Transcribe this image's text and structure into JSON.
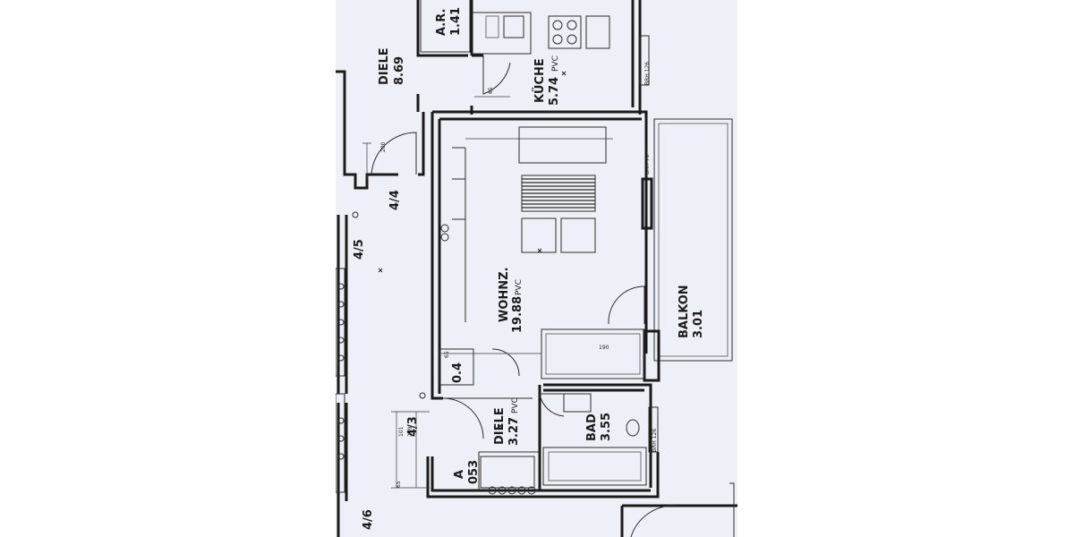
{
  "rooms": {
    "diele_top": {
      "name": "DIELE",
      "area": "8.69"
    },
    "abstellraum_top": {
      "name": "A.R.",
      "area": "1.41"
    },
    "kueche": {
      "name": "KÜCHE",
      "area": "5.74",
      "floor": "PVC"
    },
    "wohnzimmer": {
      "name": "WOHNZ.",
      "area": "19.88",
      "floor": "PVC"
    },
    "balkon": {
      "name": "BALKON",
      "area": "3.01"
    },
    "diele_bottom": {
      "name": "DIELE",
      "area": "3.27",
      "floor": "PVC"
    },
    "bad": {
      "name": "BAD",
      "area": "3.55"
    },
    "abstellraum_bottom": {
      "name": "A",
      "area": "053"
    }
  },
  "marks": {
    "unit_4_4": "4/4",
    "unit_4_5": "4/5",
    "unit_4_3": "4/3",
    "unit_4_6": "4/6",
    "small_value": "0.4"
  },
  "dims": {
    "brh_126_top": "BRH 126",
    "brh_76": "BRH 76",
    "brh_126_bottom": "BRH 126",
    "d_101": "101",
    "d_209": "209",
    "d_65_top": "65",
    "d_65_mid": "65",
    "d_65_bottom": "65",
    "d_190": "190",
    "d_200": "200"
  }
}
